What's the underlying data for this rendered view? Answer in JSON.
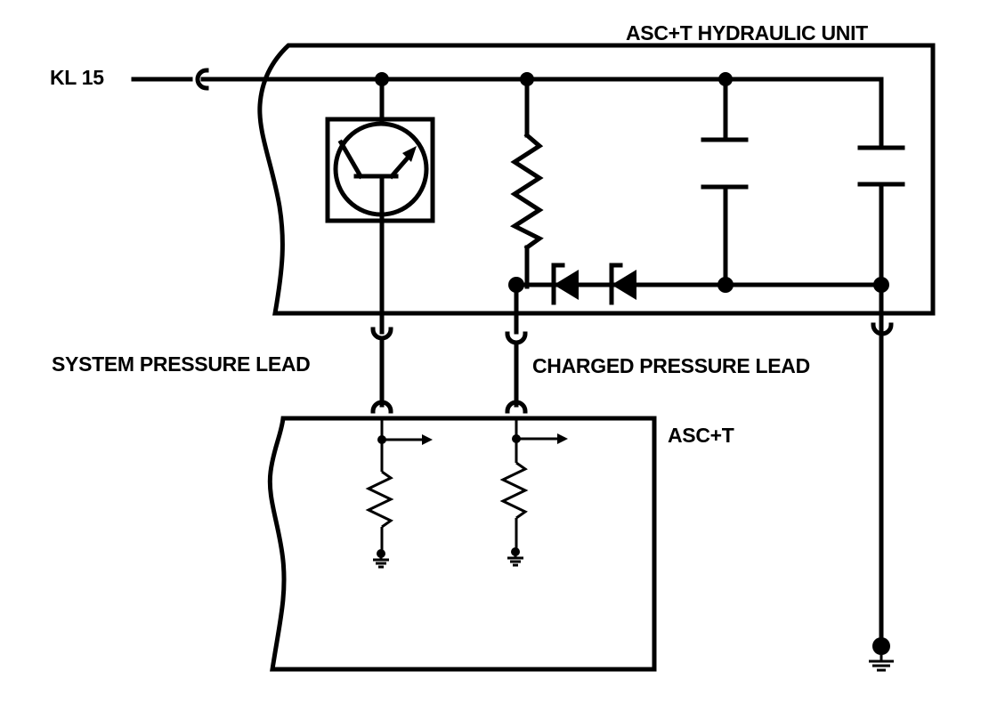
{
  "labels": {
    "supply": "KL 15",
    "hydraulic_unit": "ASC+T  HYDRAULIC UNIT",
    "system_pressure_lead": "SYSTEM PRESSURE LEAD",
    "charged_pressure_lead": "CHARGED PRESSURE LEAD",
    "control_module": "ASC+T"
  }
}
